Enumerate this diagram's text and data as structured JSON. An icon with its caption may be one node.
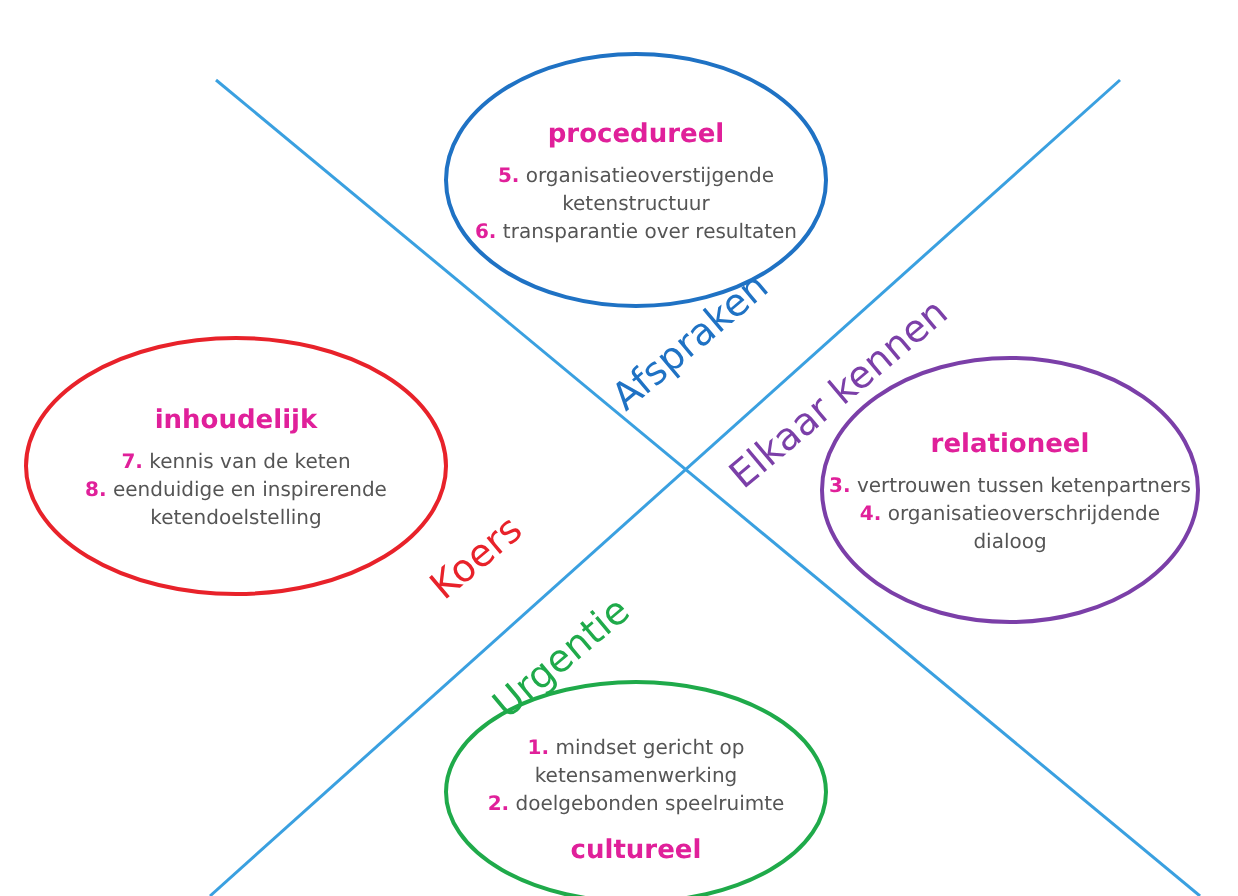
{
  "diagram": {
    "nodes": [
      {
        "text": [
          "procedureel",
          "5. organisatieoverstijgende ketenstructuur",
          "6. transparantie over resultaten"
        ]
      },
      {
        "text": [
          "inhoudelijk",
          "7. kennis van de keten",
          "8. eenduidige en inspirerende ketendoelstelling"
        ]
      },
      {
        "text": [
          "relationeel",
          "3. vertrouwen tussen ketenpartners",
          "4. organisatieoverschrijdende dialoog"
        ]
      },
      {
        "text": [
          "1. mindset gericht op ketensamenwerking",
          "2. doelgebonden speelruimte",
          "cultureel"
        ]
      }
    ],
    "edges": [],
    "labels": [
      "Afspraken",
      "Elkaar kennen",
      "Koers",
      "Urgentie"
    ]
  }
}
